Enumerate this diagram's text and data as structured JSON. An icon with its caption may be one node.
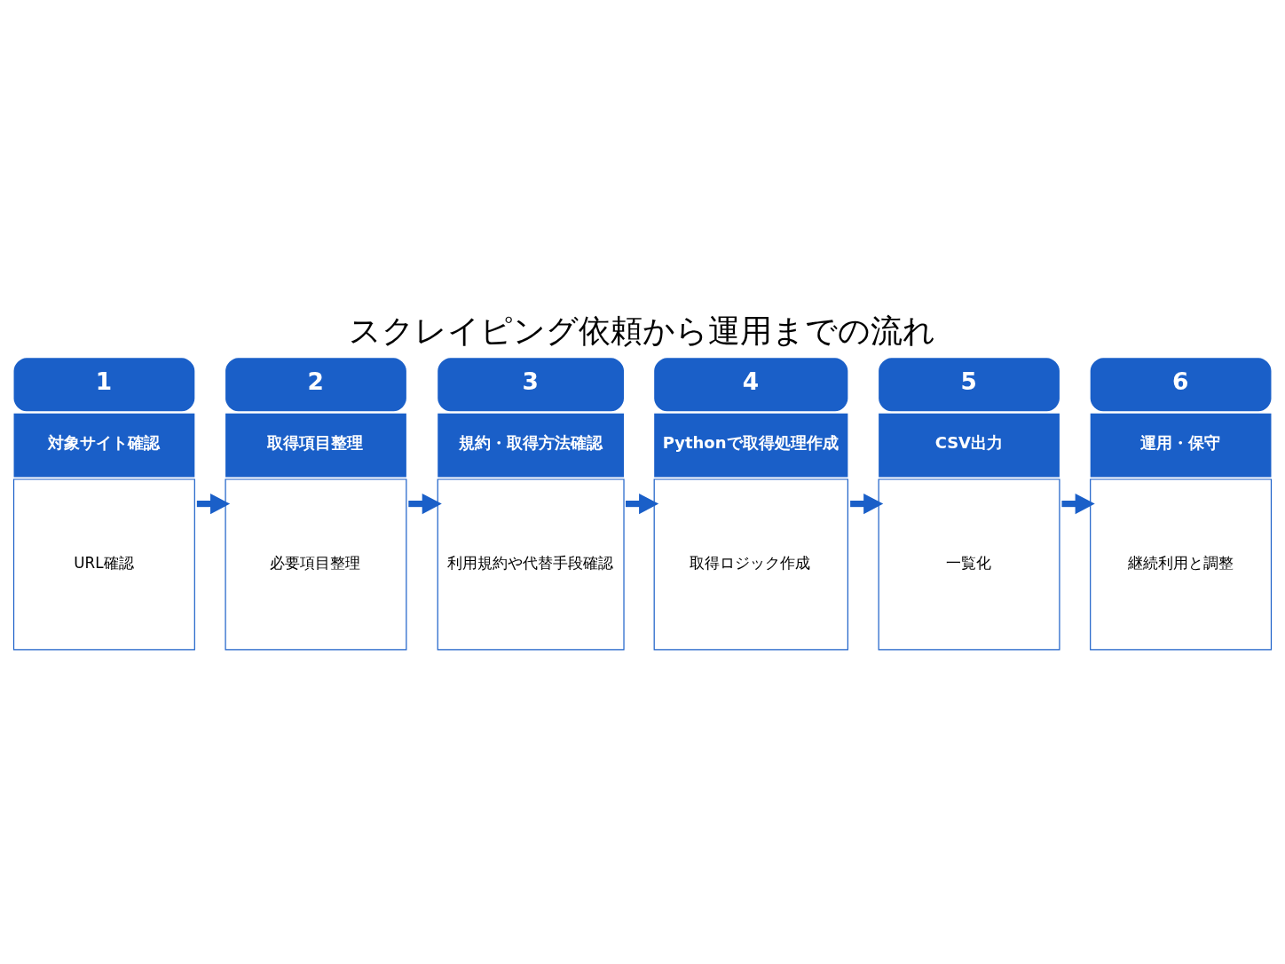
{
  "diagram": {
    "title": "スクレイピング依頼から運用までの流れ",
    "nodes": [
      {
        "text": [
          "1",
          "対象サイト確認",
          "URL確認"
        ]
      },
      {
        "text": [
          "2",
          "取得項目整理",
          "必要項目整理"
        ]
      },
      {
        "text": [
          "3",
          "規約・取得方法確認",
          "利用規約や代替手段確認"
        ]
      },
      {
        "text": [
          "4",
          "Pythonで取得処理作成",
          "取得ロジック作成"
        ]
      },
      {
        "text": [
          "5",
          "CSV出力",
          "一覧化"
        ]
      },
      {
        "text": [
          "6",
          "運用・保守",
          "継続利用と調整"
        ]
      }
    ],
    "edges": [
      {
        "from": 0,
        "to": 1,
        "arrow": "to"
      },
      {
        "from": 1,
        "to": 2,
        "arrow": "to"
      },
      {
        "from": 2,
        "to": 3,
        "arrow": "to"
      },
      {
        "from": 3,
        "to": 4,
        "arrow": "to"
      },
      {
        "from": 4,
        "to": 5,
        "arrow": "to"
      }
    ]
  }
}
